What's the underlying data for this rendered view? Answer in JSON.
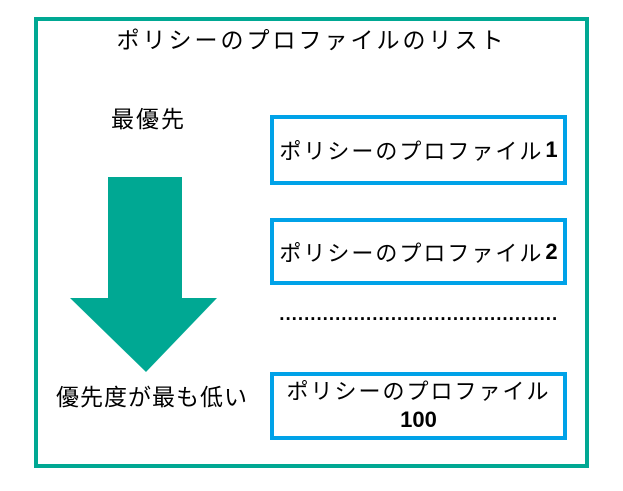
{
  "diagram": {
    "title": "ポリシーのプロファイルのリスト",
    "priority_scale": {
      "top_label": "最優先",
      "bottom_label": "優先度が最も低い",
      "arrow_direction": "down"
    },
    "profiles": [
      {
        "label": "ポリシーのプロファイル",
        "number": "1"
      },
      {
        "label": "ポリシーのプロファイル",
        "number": "2"
      },
      {
        "label": "ポリシーのプロファイル",
        "number": "100"
      }
    ],
    "separator_dots": ".............................................",
    "colors": {
      "frame": "#00A893",
      "arrow": "#00A893",
      "box-border": "#00A2E8",
      "text": "#000000"
    }
  }
}
